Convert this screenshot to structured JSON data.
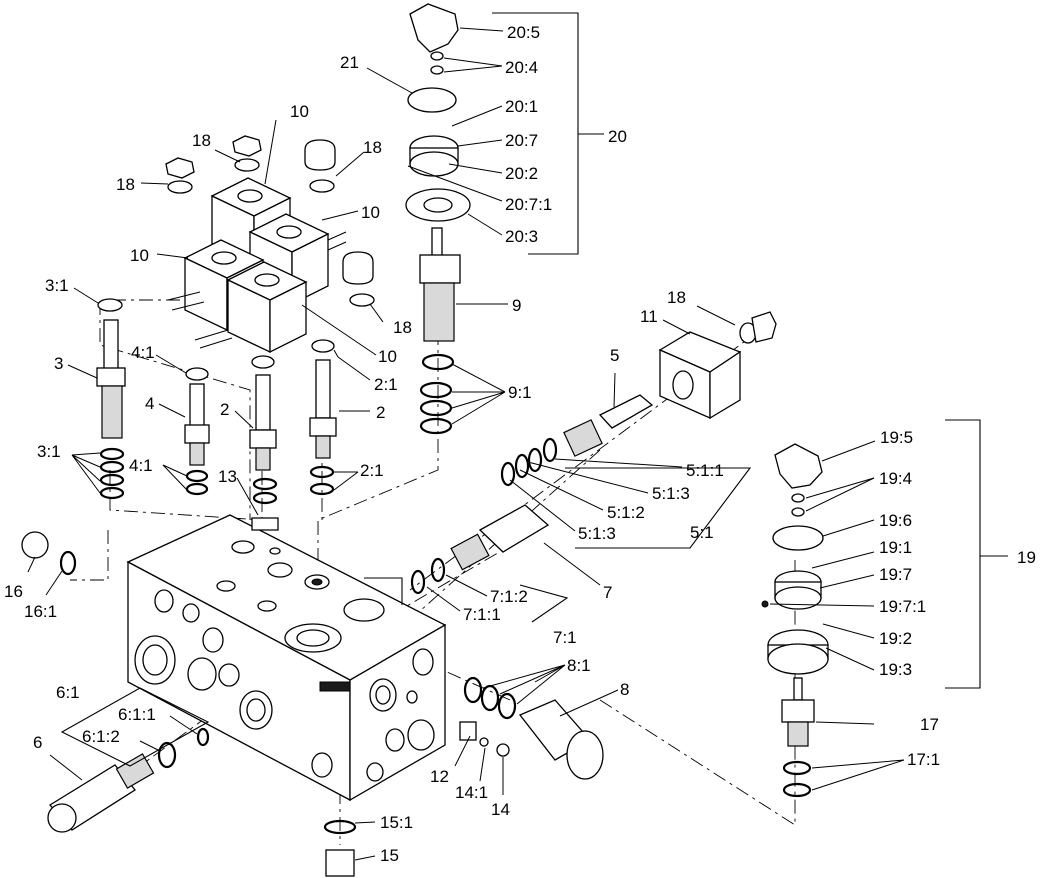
{
  "labels": {
    "l20_5": "20:5",
    "l20_4": "20:4",
    "l21": "21",
    "l20_1": "20:1",
    "l20_7": "20:7",
    "l20": "20",
    "l20_2": "20:2",
    "l20_7_1": "20:7:1",
    "l20_3": "20:3",
    "l10a": "10",
    "l18a": "18",
    "l18b": "18",
    "l18c": "18",
    "l10b": "10",
    "l10c": "10",
    "l18d": "18",
    "l10d": "10",
    "l9": "9",
    "l9_1": "9:1",
    "l3_1a": "3:1",
    "l3": "3",
    "l4_1a": "4:1",
    "l4": "4",
    "l2a": "2",
    "l2b": "2",
    "l2_1a": "2:1",
    "l3_1b": "3:1",
    "l4_1b": "4:1",
    "l13": "13",
    "l2_1b": "2:1",
    "l11": "11",
    "l18e": "18",
    "l5": "5",
    "l5_1_1": "5:1:1",
    "l5_1_3a": "5:1:3",
    "l5_1_2": "5:1:2",
    "l5_1_3b": "5:1:3",
    "l5_1": "5:1",
    "l7": "7",
    "l7_1_2": "7:1:2",
    "l7_1_1": "7:1:1",
    "l7_1": "7:1",
    "l8_1": "8:1",
    "l8": "8",
    "l12": "12",
    "l14_1": "14:1",
    "l14": "14",
    "l15_1": "15:1",
    "l15": "15",
    "l16": "16",
    "l16_1": "16:1",
    "l6_1": "6:1",
    "l6_1_1": "6:1:1",
    "l6_1_2": "6:1:2",
    "l6": "6",
    "l19_5": "19:5",
    "l19_4": "19:4",
    "l19_6": "19:6",
    "l19_1": "19:1",
    "l19_7": "19:7",
    "l19": "19",
    "l19_7_1": "19:7:1",
    "l19_2": "19:2",
    "l19_3": "19:3",
    "l17": "17",
    "l17_1": "17:1"
  }
}
